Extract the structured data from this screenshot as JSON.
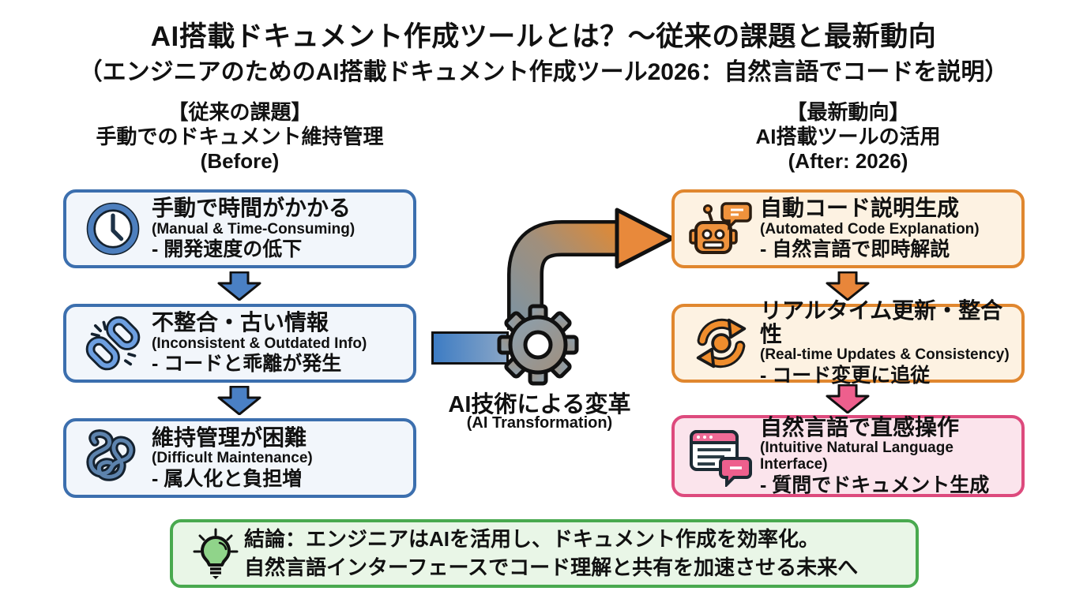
{
  "title": "AI搭載ドキュメント作成ツールとは？～従来の課題と最新動向",
  "subtitle": "（エンジニアのためのAI搭載ドキュメント作成ツール2026：自然言語でコードを説明）",
  "left_column": {
    "header": [
      "【従来の課題】",
      "手動でのドキュメント維持管理",
      "(Before)"
    ],
    "accent_color": "#3c6fae",
    "box_background": "#f2f6fb",
    "items": [
      {
        "icon": "clock-icon",
        "title": "手動で時間がかかる",
        "subtitle": "(Manual & Time-Consuming)",
        "detail": "- 開発速度の低下"
      },
      {
        "icon": "broken-link-icon",
        "title": "不整合・古い情報",
        "subtitle": "(Inconsistent & Outdated Info)",
        "detail": "- コードと乖離が発生"
      },
      {
        "icon": "tangled-knot-icon",
        "title": "維持管理が困難",
        "subtitle": "(Difficult Maintenance)",
        "detail": "- 属人化と負担増"
      }
    ]
  },
  "right_column": {
    "header": [
      "【最新動向】",
      "AI搭載ツールの活用",
      "(After: 2026)"
    ],
    "accent_color": "#e0872f",
    "highlight_color": "#dd4a7d",
    "box_background": "#fdf2e2",
    "items": [
      {
        "icon": "robot-icon",
        "title": "自動コード説明生成",
        "subtitle": "(Automated Code Explanation)",
        "detail": "- 自然言語で即時解説"
      },
      {
        "icon": "sync-icon",
        "title": "リアルタイム更新・整合性",
        "subtitle": "(Real-time Updates & Consistency)",
        "detail": "- コード変更に追従"
      },
      {
        "icon": "chat-window-icon",
        "title": "自然言語で直感操作",
        "subtitle": "(Intuitive Natural Language Interface)",
        "detail": "- 質問でドキュメント生成"
      }
    ]
  },
  "center": {
    "icon": "gear-icon",
    "label": "AI技術による変革",
    "sublabel": "(AI Transformation)",
    "arrow_gradient": [
      "#7f93a0",
      "#e0872f"
    ]
  },
  "conclusion": {
    "icon": "lightbulb-icon",
    "line1": "結論：エンジニアはAIを活用し、ドキュメント作成を効率化。",
    "line2": "自然言語インターフェースでコード理解と共有を加速させる未来へ",
    "accent_color": "#49a94f",
    "background": "#e9f6e7"
  },
  "arrow_colors": {
    "blue": "#4a80c4",
    "orange": "#e8863a",
    "pink": "#ee5f8d"
  }
}
